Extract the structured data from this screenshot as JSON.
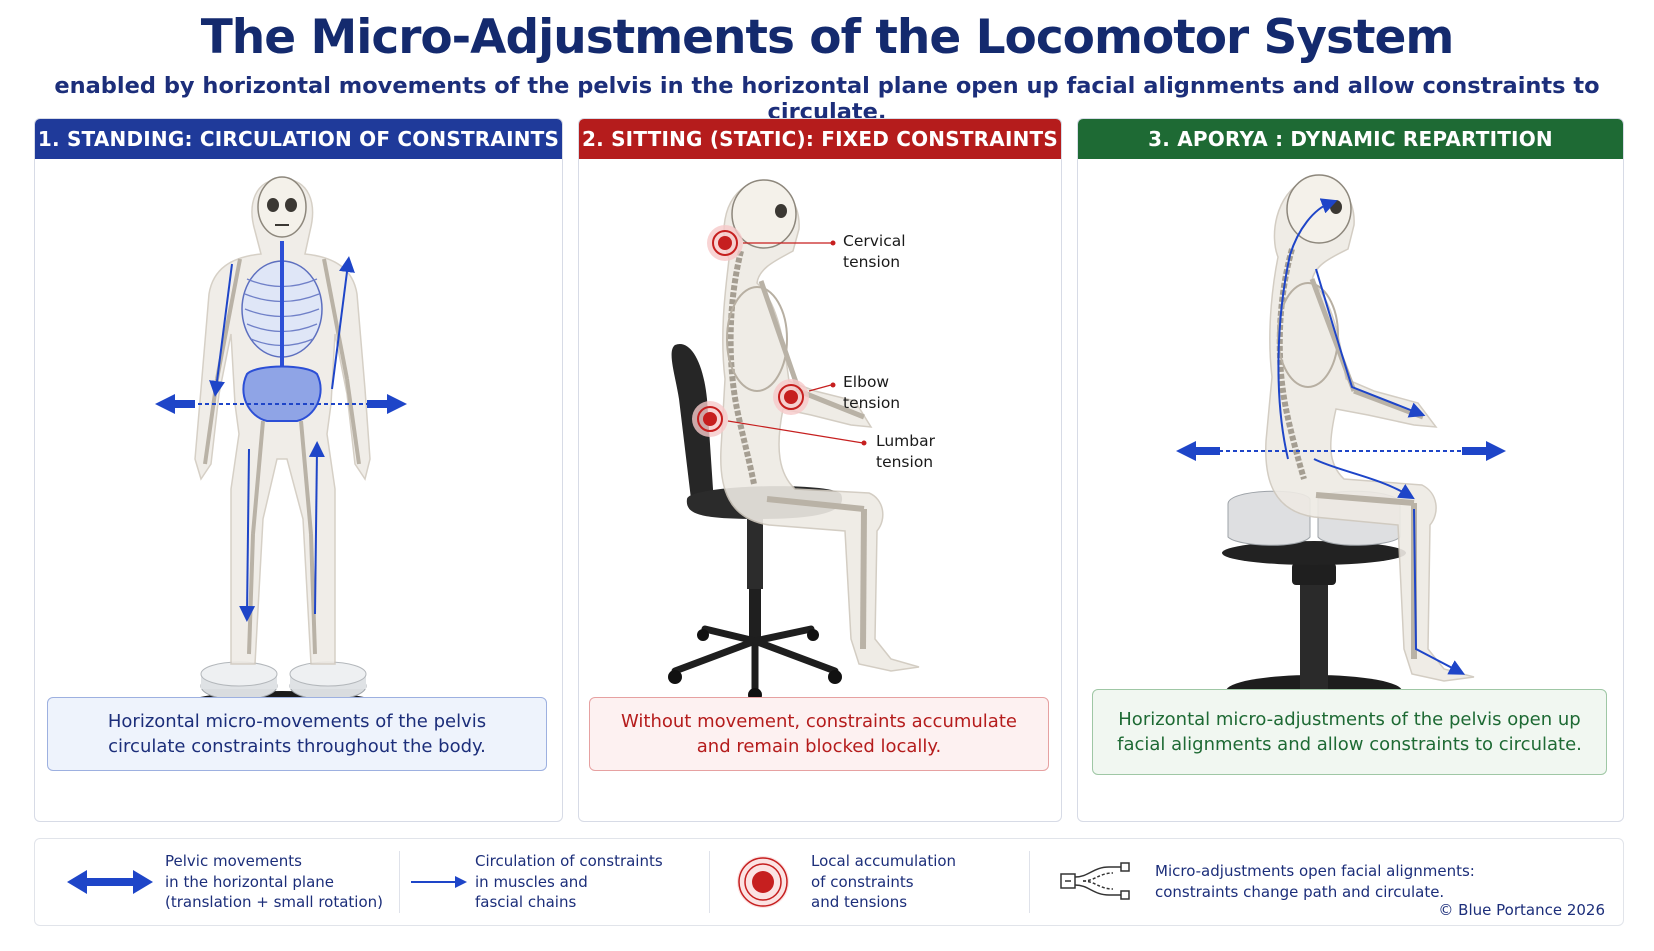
{
  "title": "The Micro-Adjustments of the Locomotor System",
  "subtitle": "enabled by horizontal movements of the pelvis in the horizontal plane open up facial alignments and allow constraints to circulate.",
  "colors": {
    "blue": "#1f3a9a",
    "red": "#b51c1c",
    "green": "#1e6a34",
    "arrow_blue": "#1e45c8",
    "bone": "#ece7dd"
  },
  "panels": [
    {
      "header": "1. STANDING: CIRCULATION OF CONSTRAINTS",
      "caption": "Horizontal micro-movements of the pelvis circulate constraints throughout the body."
    },
    {
      "header": "2. SITTING (STATIC): FIXED CONSTRAINTS",
      "caption": "Without movement, constraints accumulate and remain blocked locally.",
      "tensions": [
        {
          "line1": "Cervical",
          "line2": "tension"
        },
        {
          "line1": "Elbow",
          "line2": "tension"
        },
        {
          "line1": "Lumbar",
          "line2": "tension"
        }
      ]
    },
    {
      "header": "3. APORYA : DYNAMIC REPARTITION",
      "caption": "Horizontal micro-adjustments of the pelvis open up facial alignments and allow constraints to circulate."
    }
  ],
  "legend": [
    {
      "icon": "double-arrow-icon",
      "lines": [
        "Pelvic movements",
        "in the horizontal plane",
        "(translation + small rotation)"
      ]
    },
    {
      "icon": "arrow-icon",
      "lines": [
        "Circulation of constraints",
        "in muscles and",
        "fascial chains"
      ]
    },
    {
      "icon": "target-icon",
      "lines": [
        "Local accumulation",
        "of constraints",
        "and tensions"
      ]
    },
    {
      "icon": "fascia-path-icon",
      "lines": [
        "Micro-adjustments open facial alignments:",
        "constraints change path and circulate."
      ]
    }
  ],
  "copyright": "© Blue Portance 2026"
}
